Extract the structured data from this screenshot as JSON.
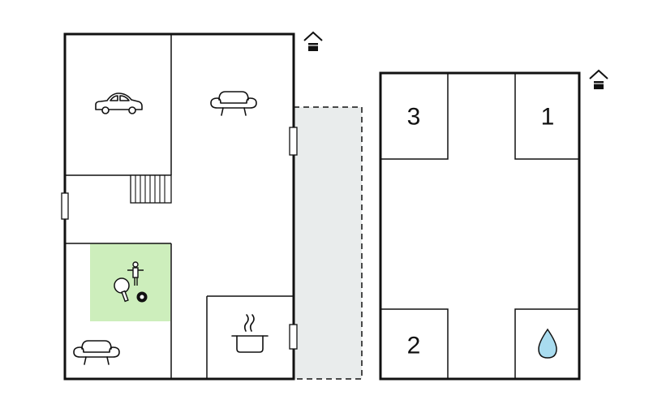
{
  "colors": {
    "wall": "#111111",
    "terrace": "#e9ecec",
    "games_room": "#cdeebc",
    "water": "#a9dcef",
    "background": "#ffffff"
  },
  "ground_floor": {
    "rooms": [
      {
        "name": "garage",
        "icon": "car-icon"
      },
      {
        "name": "living-room",
        "icon": "sofa-icon"
      },
      {
        "name": "hallway",
        "icon": "stairs-icon"
      },
      {
        "name": "games-room",
        "icon": "games-icon"
      },
      {
        "name": "lounge",
        "icon": "sofa-icon"
      },
      {
        "name": "kitchen",
        "icon": "cooking-pot-icon"
      }
    ],
    "entrance_icon": "house-entrance-icon"
  },
  "upper_floor": {
    "bedrooms": [
      {
        "number": "3"
      },
      {
        "number": "1"
      },
      {
        "number": "2"
      }
    ],
    "bathroom_icon": "water-drop-icon",
    "entrance_icon": "house-entrance-icon"
  },
  "terrace": {
    "icon": "none"
  }
}
